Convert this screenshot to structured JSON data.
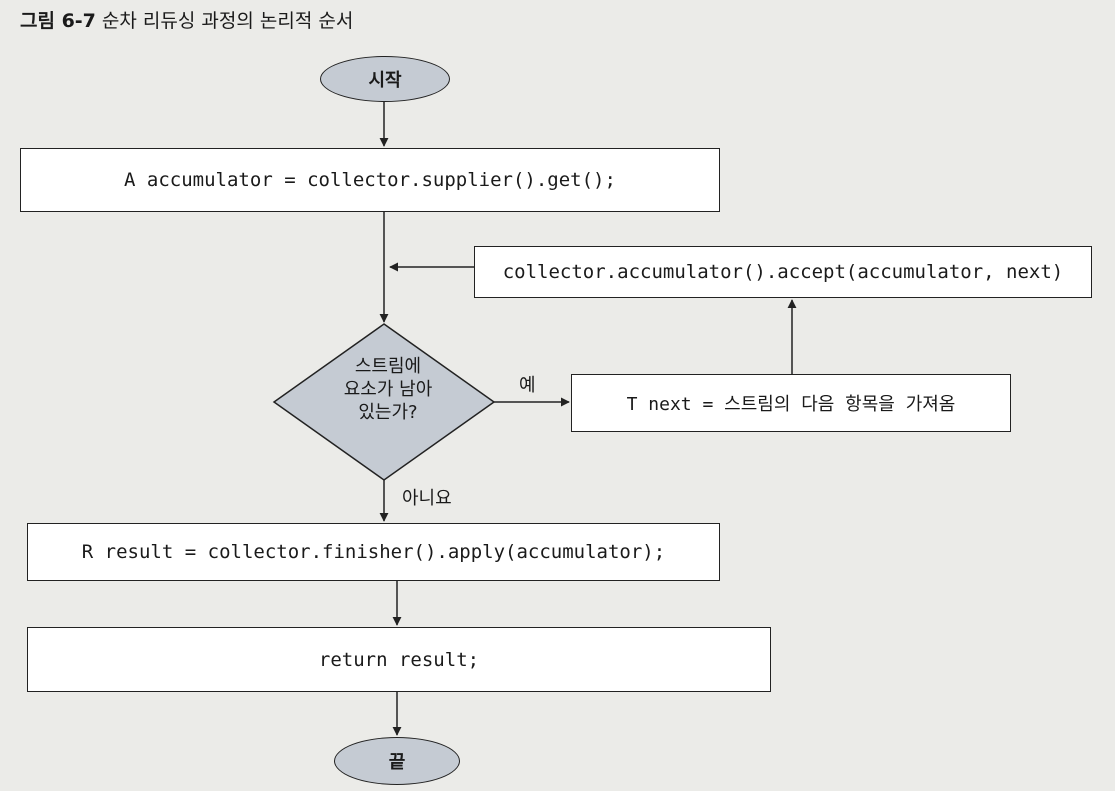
{
  "figure": {
    "number": "그림 6-7",
    "title": "순차 리듀싱 과정의 논리적 순서"
  },
  "nodes": {
    "start": "시작",
    "init": "A accumulator = collector.supplier().get();",
    "accumulate": "collector.accumulator().accept(accumulator, next)",
    "decision": {
      "line1": "스트림에",
      "line2": "요소가 남아",
      "line3": "있는가?"
    },
    "next": "T next = 스트림의 다음 항목을 가져옴",
    "finish": "R result = collector.finisher().apply(accumulator);",
    "return": "return result;",
    "end": "끝"
  },
  "edges": {
    "yes_label": "예",
    "no_label": "아니요"
  },
  "colors": {
    "shape_fill": "#c5cbd3",
    "box_fill": "#ffffff",
    "stroke": "#222222",
    "background": "#ebebe8"
  }
}
